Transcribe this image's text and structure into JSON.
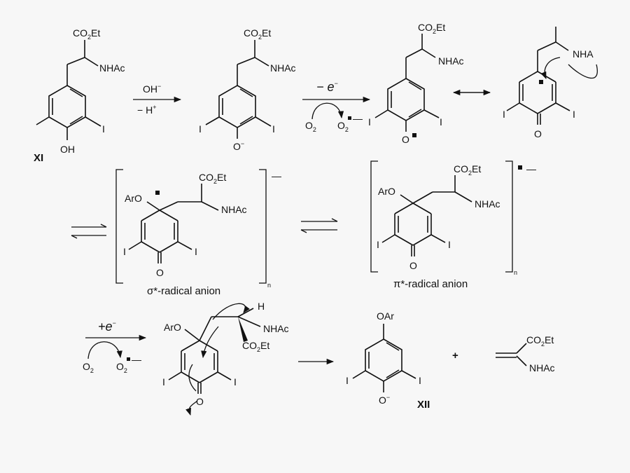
{
  "labels": {
    "co2et": "CO",
    "co2et_sub": "2",
    "co2et_tail": "Et",
    "nhac": "NHAc",
    "nha_cut": "NHA",
    "iodine": "I",
    "oh": "OH",
    "o_minus": "O",
    "minus": "−",
    "o": "O",
    "aro": "ArO",
    "oar": "OAr",
    "h": "H"
  },
  "compounds": {
    "xi": "XI",
    "xii": "XII"
  },
  "reagents": {
    "step1_top": "OH",
    "step1_top_sup": "−",
    "step1_bottom": "− H",
    "step1_bottom_sup": "+",
    "step2_top": "− e",
    "step2_top_sup": "−",
    "step3_top": "+e",
    "step3_top_sup": "−",
    "o2": "O",
    "o2_sub": "2"
  },
  "intermediates": {
    "sigma_label": "σ*-radical anion",
    "pi_label": "π*-radical anion",
    "bracket_sub": "n",
    "bracket_charge": "—",
    "pi_bracket_charge": "—"
  },
  "plus_sign": "+"
}
